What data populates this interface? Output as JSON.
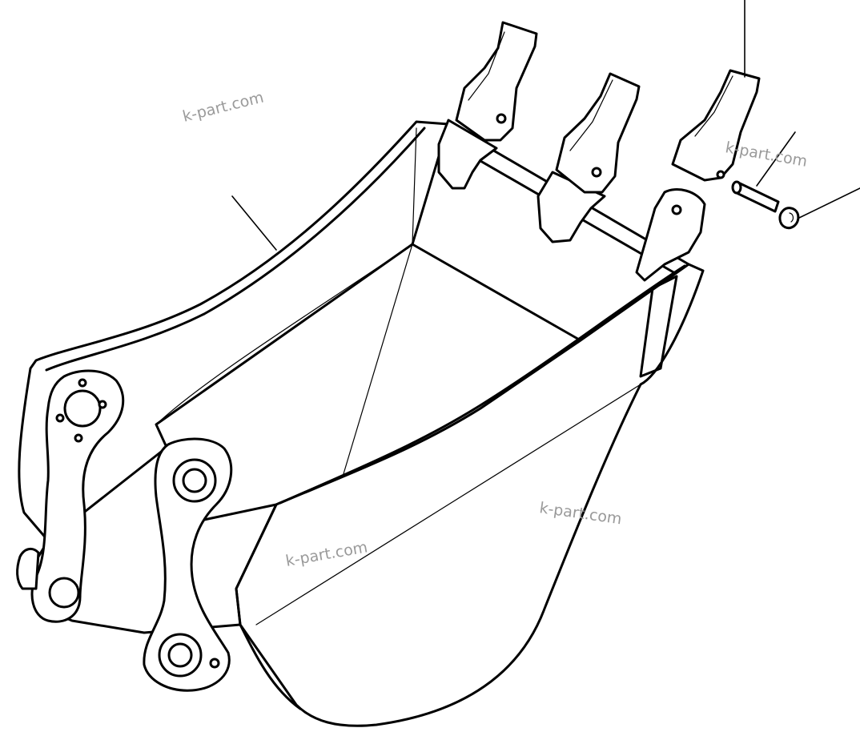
{
  "diagram": {
    "colors": {
      "line": "#000000",
      "watermark": "#9a9a9a",
      "background": "#ffffff"
    },
    "watermarks": [
      {
        "text": "k-part.com"
      },
      {
        "text": "k-part.com"
      },
      {
        "text": "k-part.com"
      },
      {
        "text": "k-part.com"
      }
    ]
  }
}
